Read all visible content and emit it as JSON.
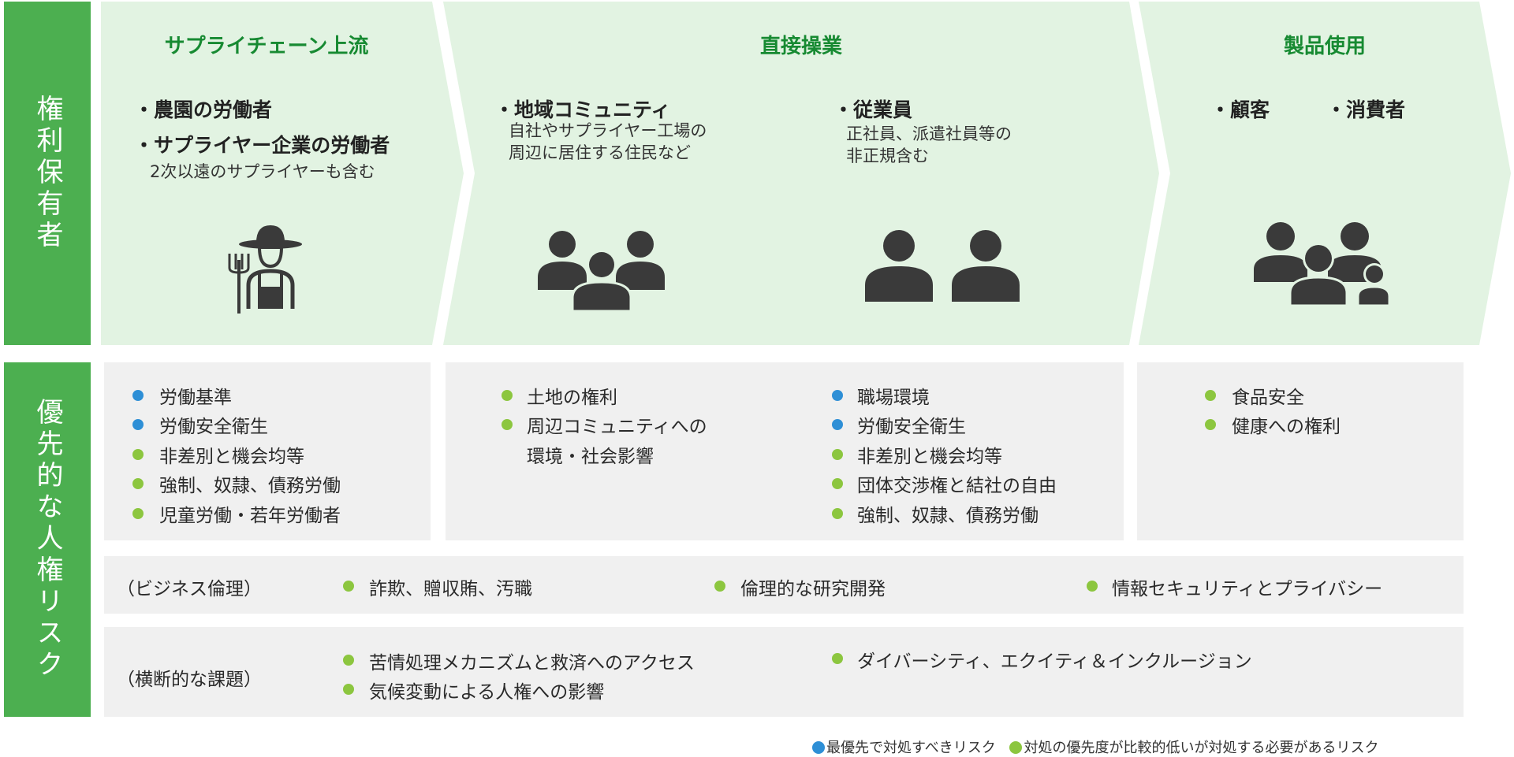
{
  "colors": {
    "green_bar": "#4caf50",
    "chevron_fill": "#e2f3e2",
    "title_green": "#178a32",
    "panel_gray": "#f0f0f0",
    "priority_blue": "#2e8fd6",
    "priority_green": "#8cc63f",
    "icon_dark": "#3a3a3a"
  },
  "sidebar": {
    "top_label": "権利保有者",
    "bottom_label": "優先的な人権リスク"
  },
  "stages": {
    "upstream": {
      "title": "サプライチェーン上流",
      "holder1": "・農園の労働者",
      "holder2": "・サプライヤー企業の労働者",
      "holder2_sub": "2次以遠のサプライヤーも含む",
      "icon": "farmer-icon"
    },
    "direct": {
      "title": "直接操業",
      "community": "・地域コミュニティ",
      "community_sub1": "自社やサプライヤー工場の",
      "community_sub2": "周辺に居住する住民など",
      "community_icon": "community-group-icon",
      "employees": "・従業員",
      "employees_sub1": "正社員、派遣社員等の",
      "employees_sub2": "非正規含む",
      "employees_icon": "two-people-icon"
    },
    "product": {
      "title": "製品使用",
      "customers": "・顧客",
      "consumers": "・消費者",
      "icon": "family-icon"
    }
  },
  "risks": {
    "upstream": [
      {
        "text": "労働基準",
        "priority": "blue"
      },
      {
        "text": "労働安全衛生",
        "priority": "blue"
      },
      {
        "text": "非差別と機会均等",
        "priority": "green"
      },
      {
        "text": "強制、奴隷、債務労働",
        "priority": "green"
      },
      {
        "text": "児童労働・若年労働者",
        "priority": "green"
      }
    ],
    "community": [
      {
        "text": "土地の権利",
        "priority": "green"
      },
      {
        "text": "周辺コミュニティへの",
        "priority": "green"
      }
    ],
    "community_cont": "環境・社会影響",
    "employees": [
      {
        "text": "職場環境",
        "priority": "blue"
      },
      {
        "text": "労働安全衛生",
        "priority": "blue"
      },
      {
        "text": "非差別と機会均等",
        "priority": "green"
      },
      {
        "text": "団体交渉権と結社の自由",
        "priority": "green"
      },
      {
        "text": "強制、奴隷、債務労働",
        "priority": "green"
      }
    ],
    "product": [
      {
        "text": "食品安全",
        "priority": "green"
      },
      {
        "text": "健康への権利",
        "priority": "green"
      }
    ]
  },
  "business_ethics": {
    "label": "（ビジネス倫理）",
    "items": [
      "詐欺、贈収賄、汚職",
      "倫理的な研究開発",
      "情報セキュリティとプライバシー"
    ]
  },
  "crosscutting": {
    "label": "（横断的な課題）",
    "items": [
      "苦情処理メカニズムと救済へのアクセス",
      "気候変動による人権への影響",
      "ダイバーシティ、エクイティ＆インクルージョン"
    ]
  },
  "legend": {
    "blue": "最優先で対処すべきリスク",
    "green": "対処の優先度が比較的低いが対処する必要があるリスク"
  }
}
